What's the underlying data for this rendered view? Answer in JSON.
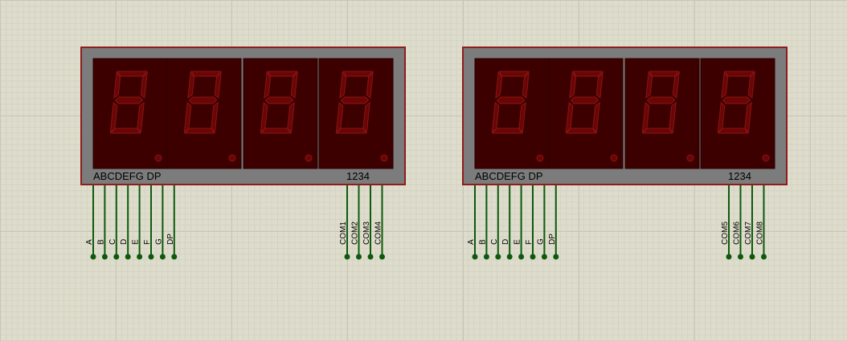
{
  "colors": {
    "frame": "#7c7c7c",
    "outline": "#8e1d1d",
    "digit_bg": "#3c0000",
    "segment": "#6a0505",
    "segment_stroke": "#8a1414",
    "wire": "#0d5a0d",
    "label": "#000000"
  },
  "displays": [
    {
      "segment_header": "ABCDEFG DP",
      "common_header": "1234",
      "segment_pins": [
        "A",
        "B",
        "C",
        "D",
        "E",
        "F",
        "G",
        "DP"
      ],
      "common_pins": [
        "COM1",
        "COM2",
        "COM3",
        "COM4"
      ]
    },
    {
      "segment_header": "ABCDEFG DP",
      "common_header": "1234",
      "segment_pins": [
        "A",
        "B",
        "C",
        "D",
        "E",
        "F",
        "G",
        "DP"
      ],
      "common_pins": [
        "COM5",
        "COM6",
        "COM7",
        "COM8"
      ]
    }
  ]
}
